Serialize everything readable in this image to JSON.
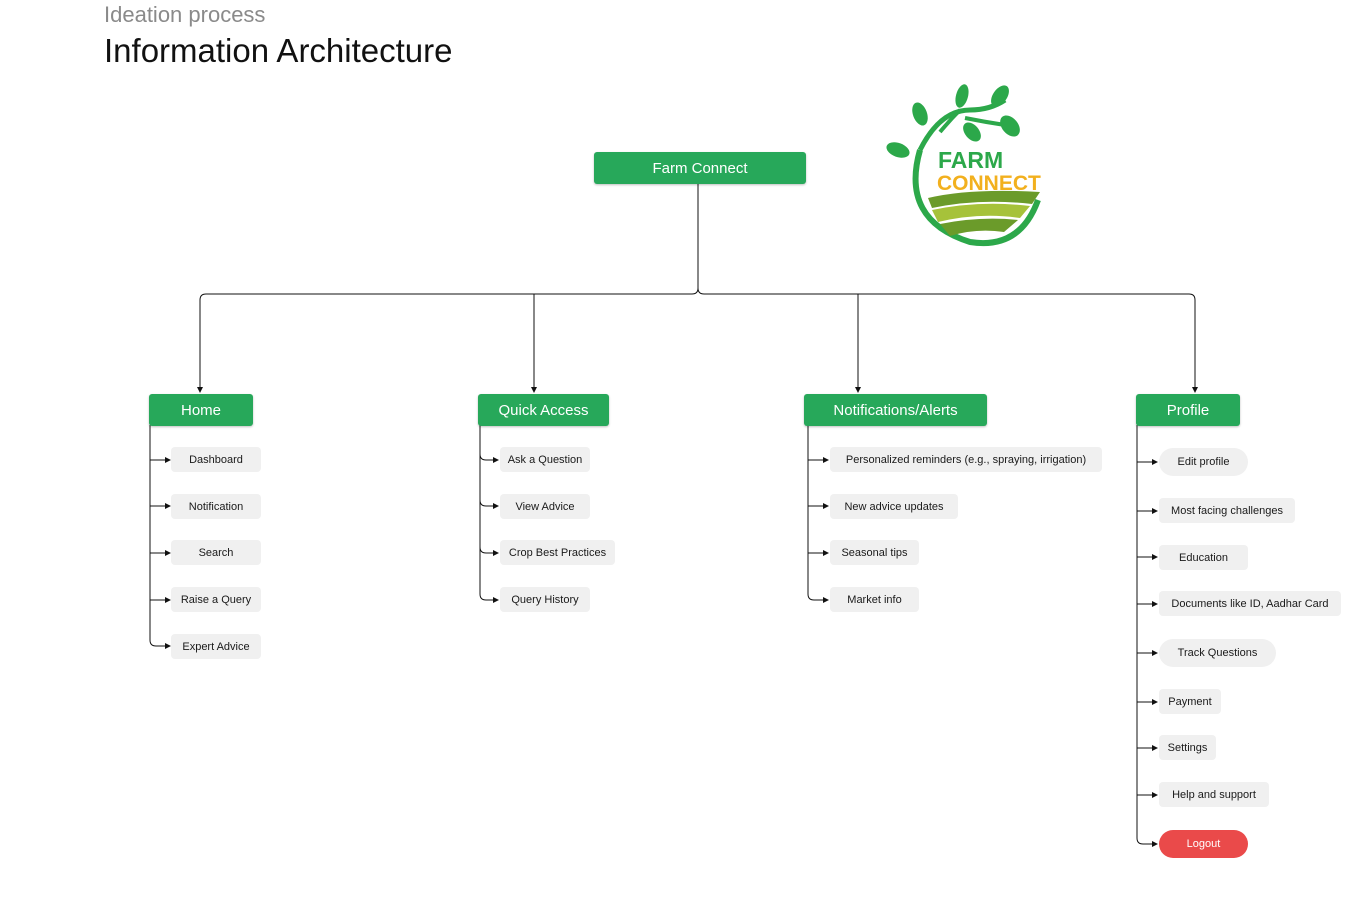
{
  "header": {
    "eyebrow": "Ideation process",
    "title": "Information Architecture"
  },
  "root": {
    "label": "Farm Connect"
  },
  "logo": {
    "line1": "FARM",
    "line2": "CONNECT"
  },
  "colors": {
    "node_green": "#27a85a",
    "logo_green": "#2ca84a",
    "logo_yellow": "#f2b01e",
    "logout_red": "#ea4a4a",
    "child_bg": "#f0f0f0"
  },
  "branches": [
    {
      "label": "Home",
      "items": [
        "Dashboard",
        "Notification",
        "Search",
        "Raise a Query",
        "Expert Advice"
      ]
    },
    {
      "label": "Quick Access",
      "items": [
        "Ask a Question",
        "View Advice",
        "Crop Best Practices",
        "Query History"
      ]
    },
    {
      "label": "Notifications/Alerts",
      "items": [
        "Personalized reminders (e.g., spraying, irrigation)",
        "New advice updates",
        "Seasonal tips",
        "Market info"
      ]
    },
    {
      "label": "Profile",
      "items": [
        "Edit profile",
        "Most facing challenges",
        "Education",
        "Documents like ID, Aadhar Card",
        "Track Questions",
        "Payment",
        "Settings",
        "Help and support",
        "Logout"
      ]
    }
  ]
}
